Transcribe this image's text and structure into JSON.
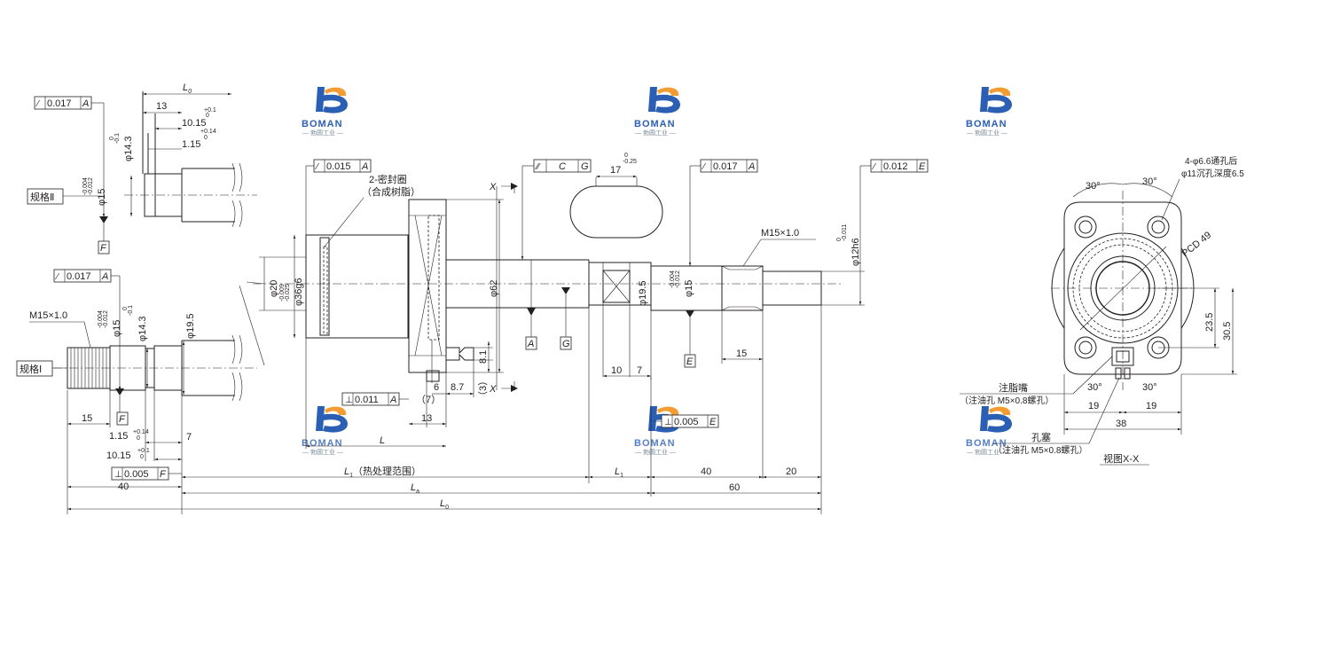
{
  "brand": {
    "name": "BOMAN",
    "subtitle": "— 勃圆工业 —",
    "colors": {
      "blue": "#2b5fb4",
      "orange": "#f39c32",
      "gray": "#7a8a9a"
    }
  },
  "spec_labels": {
    "spec2": "规格Ⅱ",
    "spec1": "规格Ⅰ"
  },
  "frames": {
    "f1": {
      "sym": "⁄",
      "tol": "0.017",
      "ref": "A"
    },
    "f2": {
      "sym": "⁄",
      "tol": "0.015",
      "ref": "A"
    },
    "f3": {
      "sym": "⁄⁄",
      "tol": "C",
      "ref": "G"
    },
    "f4": {
      "sym": "⁄",
      "tol": "0.017",
      "ref": "A"
    },
    "f5": {
      "sym": "⁄",
      "tol": "0.012",
      "ref": "E"
    },
    "f6": {
      "sym": "⁄",
      "tol": "0.017",
      "ref": "A"
    },
    "f7": {
      "sym": "⊥",
      "tol": "0.011",
      "ref": "A"
    },
    "f8": {
      "sym": "⊥",
      "tol": "0.005",
      "ref": "E"
    },
    "f9": {
      "sym": "⊥",
      "tol": "0.005",
      "ref": "F"
    }
  },
  "dims": {
    "L0": "L",
    "L0_sub": "0",
    "d13_top": "13",
    "d10_15": "10.15",
    "d10_15_tol_hi": "+0.1",
    "d10_15_tol_lo": "0",
    "d1_15": "1.15",
    "d1_15_tol_hi": "+0.14",
    "d1_15_tol_lo": "0",
    "phi14_3": "φ14.3",
    "phi14_3_tol_hi": "0",
    "phi14_3_tol_lo": "-0.1",
    "phi15": "φ15",
    "phi15_tol_hi": "-0.004",
    "phi15_tol_lo": "-0.012",
    "phi19_5": "φ19.5",
    "m15": "M15×1.0",
    "d15_bottom": "15",
    "d1_15b": "1.15",
    "d7": "7",
    "d10_15b": "10.15",
    "d40_left": "40",
    "seal_line1": "2-密封圈",
    "seal_line2": "（合成树脂）",
    "phi20": "φ20",
    "phi36g6": "φ36g6",
    "phi36_tol_hi": "-0.009",
    "phi36_tol_lo": "-0.025",
    "phi62": "φ62",
    "phi19_5_mid": "φ19.5",
    "d17": "17",
    "d17_tol_hi": "0",
    "d17_tol_lo": "-0.25",
    "d10_mid": "10",
    "d7_mid": "7",
    "d8_1": "8.1",
    "d6": "6",
    "d8_7": "8.7",
    "d7_paren": "（7）",
    "d13_mid": "13",
    "d3_paren": "（3）",
    "L": "L",
    "L1_heat": "L",
    "L1_heat_sub": "1",
    "L1_heat_text": "（热处理范围）",
    "L1": "L",
    "L1_sub": "1",
    "La": "L",
    "La_sub": "a",
    "L0b": "L",
    "L0b_sub": "0",
    "m15_right": "M15×1.0",
    "phi15_right": "φ15",
    "phi15r_tol_hi": "-0.004",
    "phi15r_tol_lo": "-0.012",
    "phi12h6": "φ12h6",
    "phi12_tol_hi": "0",
    "phi12_tol_lo": "-0.011",
    "d15_right": "15",
    "d40_right": "40",
    "d60": "60",
    "d20": "20",
    "sectionX": "X"
  },
  "datums": {
    "A": "A",
    "G": "G",
    "E": "E",
    "F": "F"
  },
  "view": {
    "holes_line1": "4-φ6.6通孔后",
    "holes_line2": "φ11沉孔深度6.5",
    "pcd": "PCD 49",
    "ang": "30°",
    "d23_5": "23.5",
    "d30_5": "30.5",
    "d19a": "19",
    "d19b": "19",
    "d38": "38",
    "nipple1": "注脂嘴",
    "nipple2": "（注油孔 M5×0.8螺孔）",
    "plug1": "孔塞",
    "plug2": "（注油孔 M5×0.8螺孔）",
    "title": "视图X-X"
  }
}
